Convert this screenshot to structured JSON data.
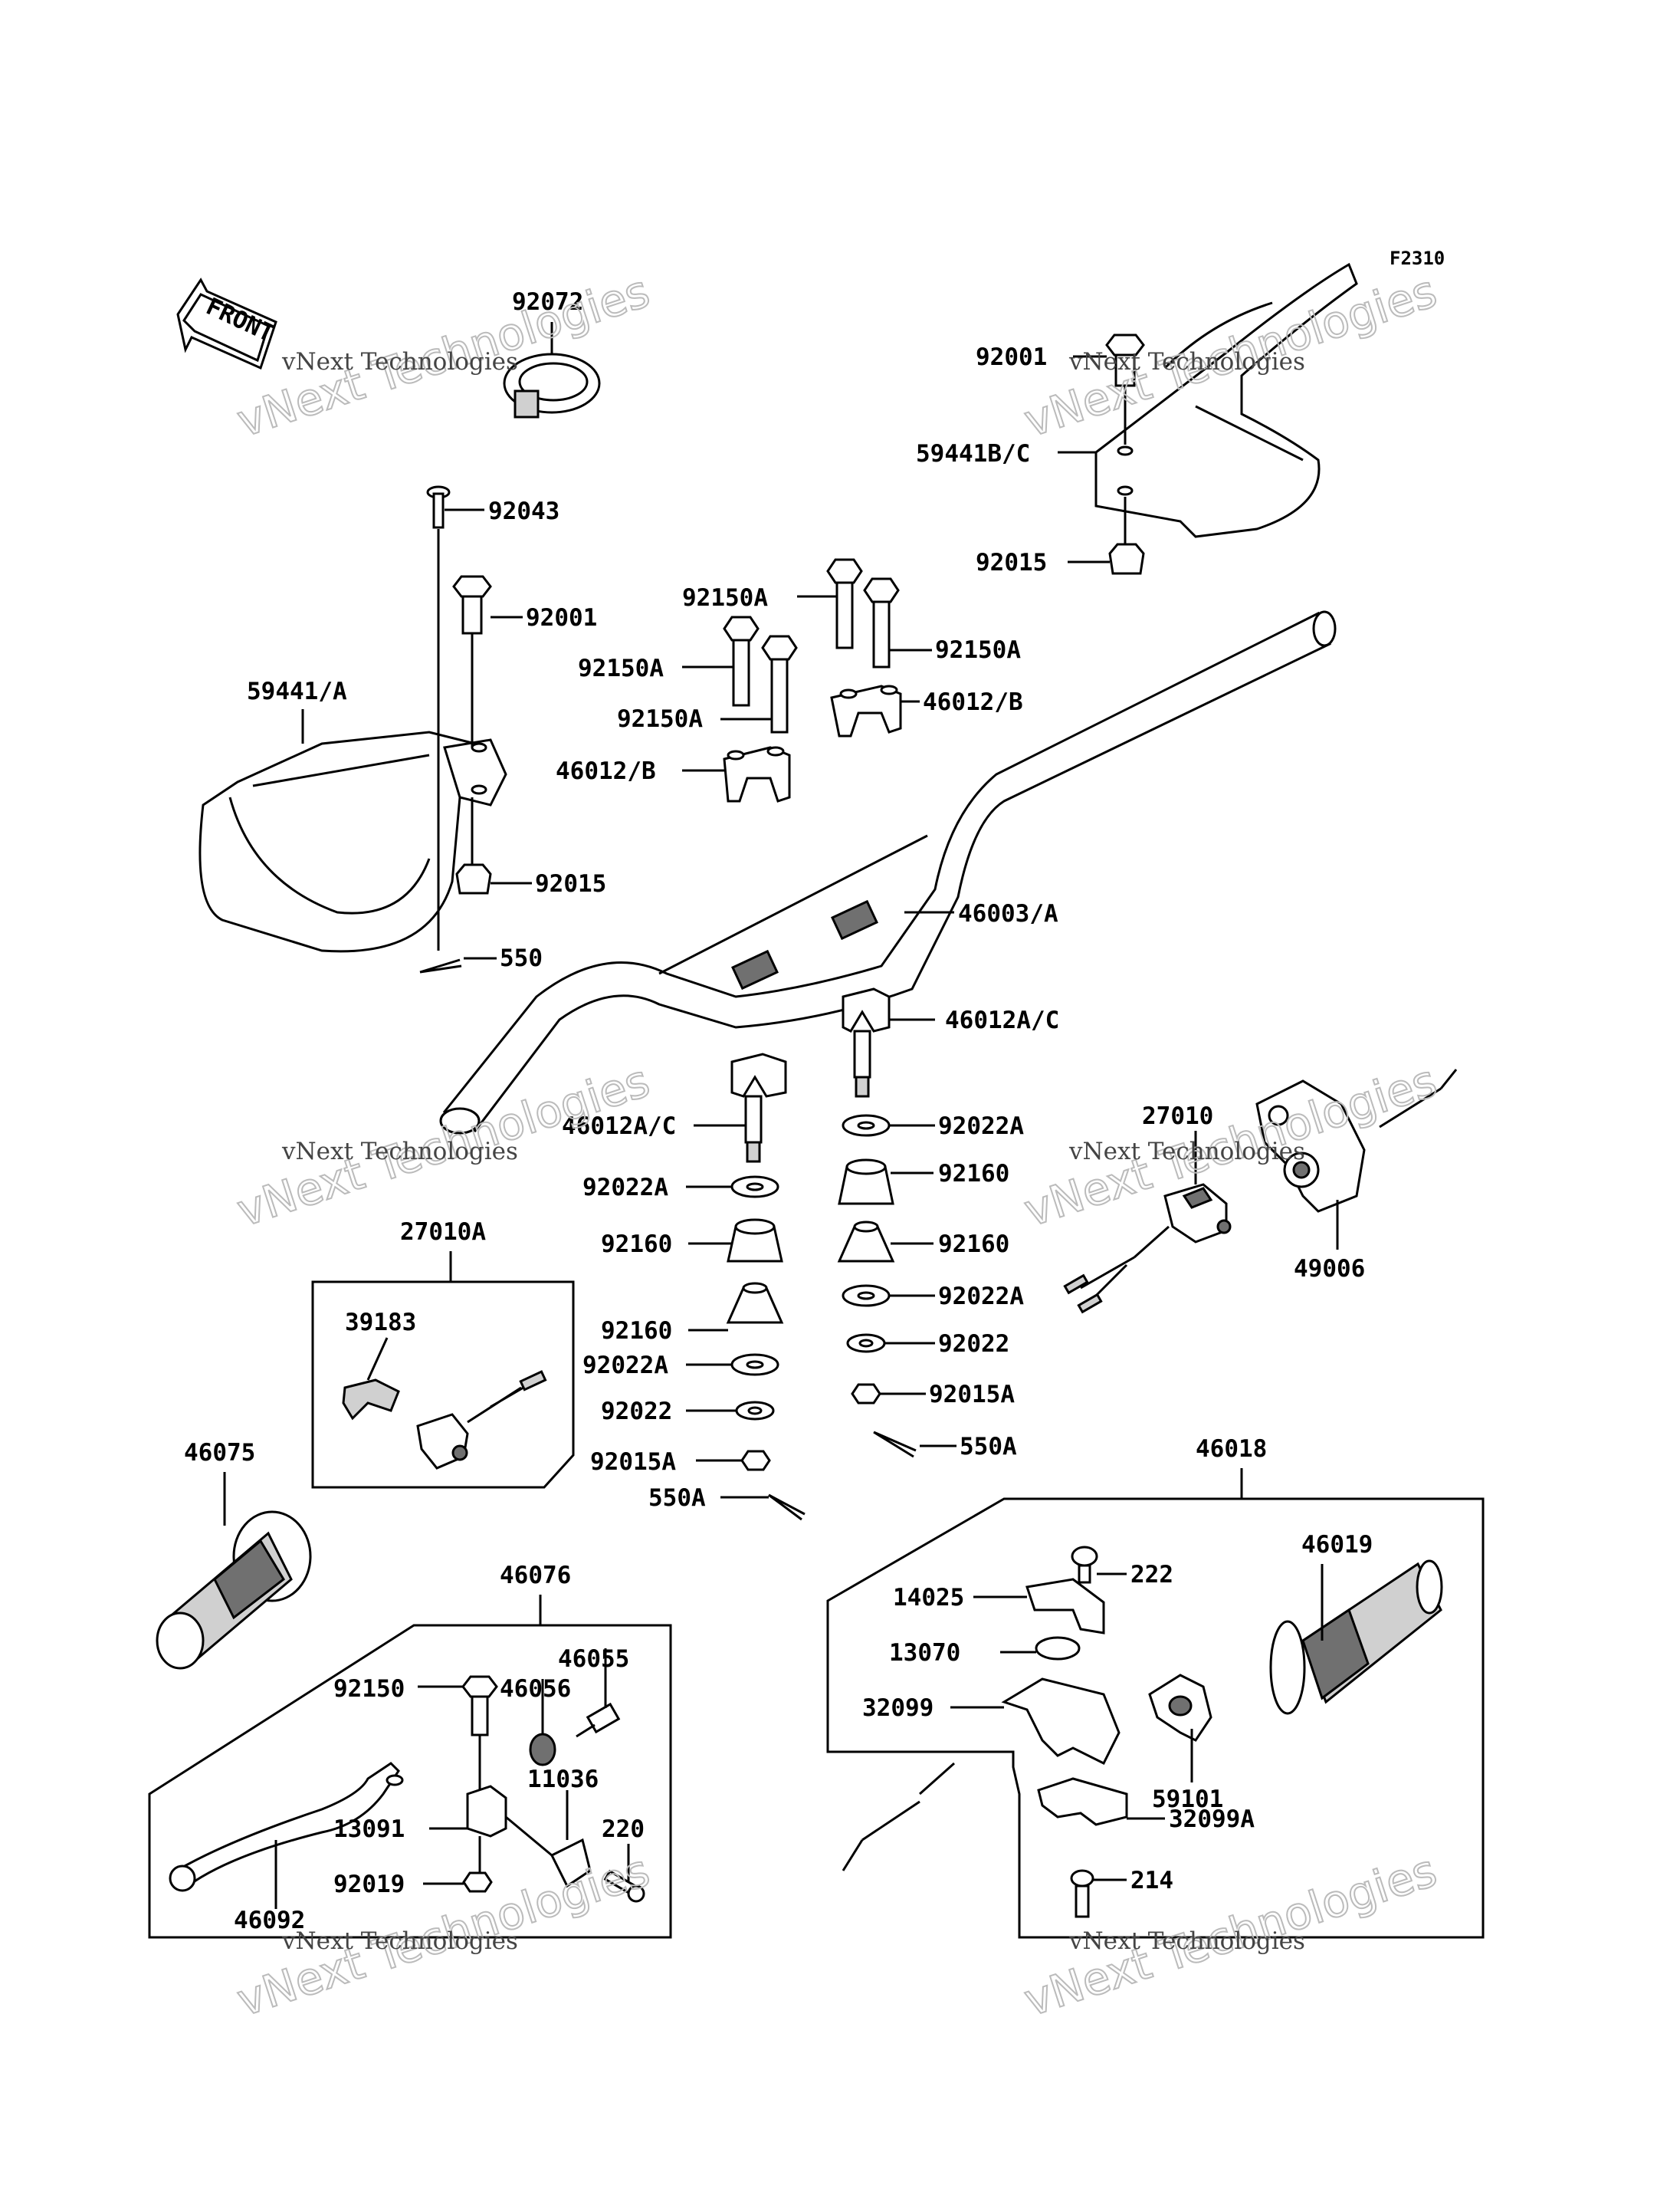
{
  "diagram_code": "F2310",
  "front_arrow_text": "FRONT",
  "watermark": {
    "line1": "vNext Technologies",
    "line2": "vNext Technologies"
  },
  "labels": {
    "p92072": "92072",
    "p92043": "92043",
    "p92001_left": "92001",
    "p59441A": "59441/A",
    "p92015_left": "92015",
    "p550": "550",
    "p92001_right": "92001",
    "p59441BC": "59441B/C",
    "p92015_right": "92015",
    "p92150A_1": "92150A",
    "p92150A_2": "92150A",
    "p92150A_3": "92150A",
    "p92150A_4": "92150A",
    "p46012B_1": "46012/B",
    "p46012B_2": "46012/B",
    "p46003A": "46003/A",
    "p46012AC_left": "46012A/C",
    "p46012AC_right": "46012A/C",
    "p92022A_l1": "92022A",
    "p92160_l1": "92160",
    "p92160_l2": "92160",
    "p92022A_l2": "92022A",
    "p92022_l": "92022",
    "p92015A_l": "92015A",
    "p550A_l": "550A",
    "p92022A_r1": "92022A",
    "p92160_r1": "92160",
    "p92160_r2": "92160",
    "p92022A_r2": "92022A",
    "p92022_r": "92022",
    "p92015A_r": "92015A",
    "p550A_r": "550A",
    "p27010A": "27010A",
    "p39183": "39183",
    "p27010": "27010",
    "p49006": "49006",
    "p46075": "46075",
    "p46076": "46076",
    "p46055": "46055",
    "p46056": "46056",
    "p92150": "92150",
    "p11036": "11036",
    "p13091": "13091",
    "p220": "220",
    "p92019": "92019",
    "p46092": "46092",
    "p46018": "46018",
    "p46019": "46019",
    "p222": "222",
    "p14025": "14025",
    "p13070": "13070",
    "p32099": "32099",
    "p59101": "59101",
    "p32099A": "32099A",
    "p214": "214"
  }
}
